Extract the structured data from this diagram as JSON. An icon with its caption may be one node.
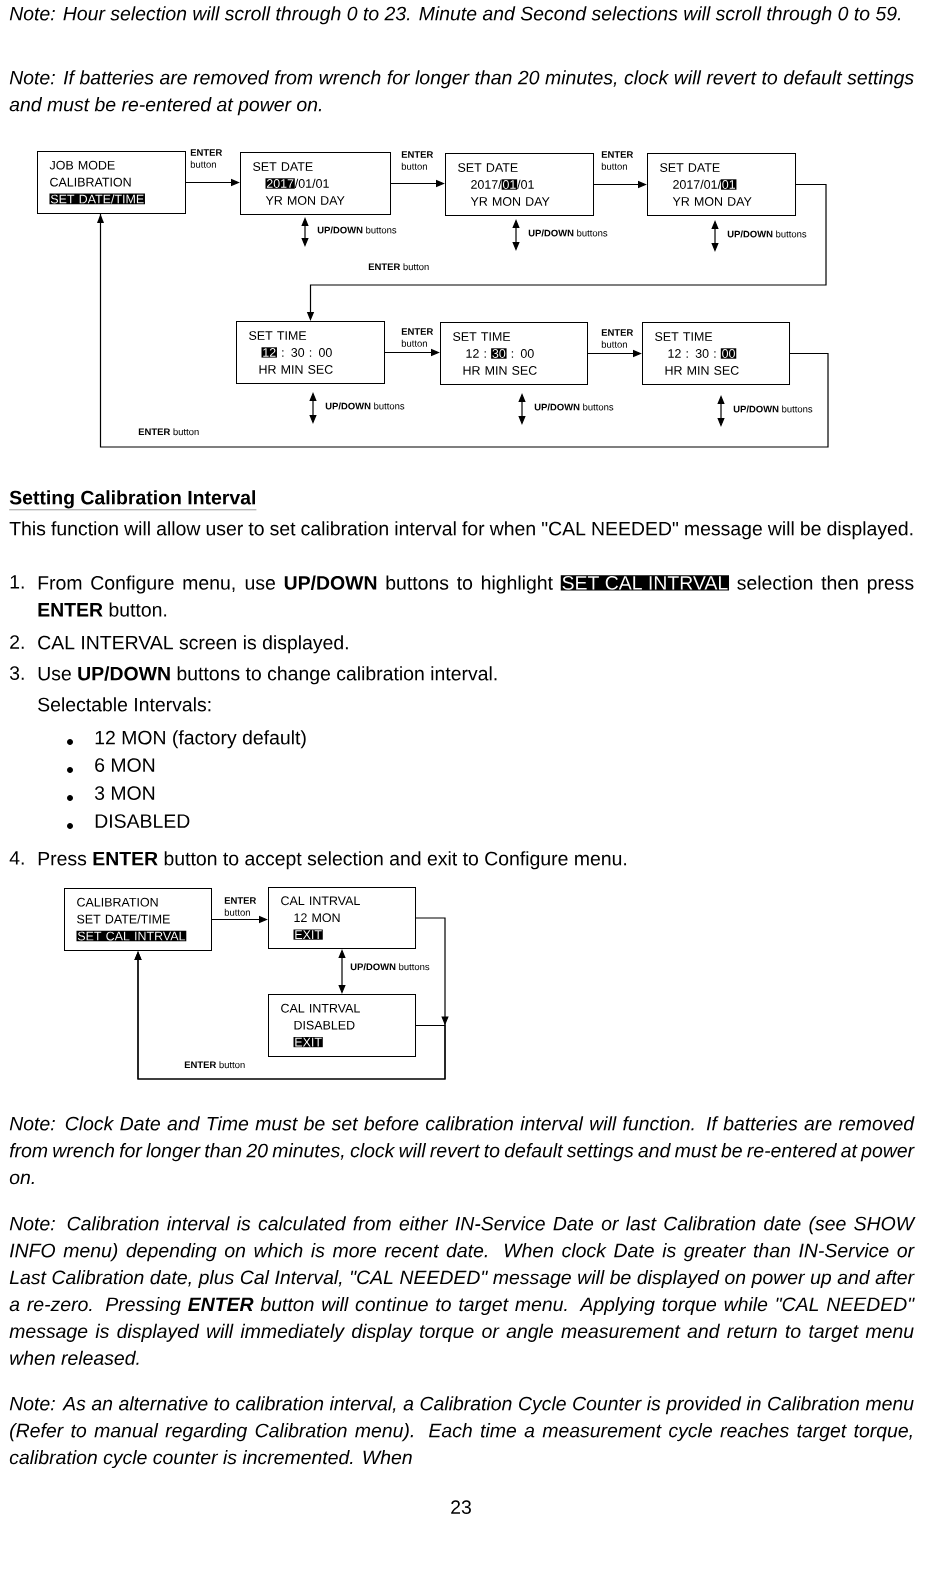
{
  "diagram": {
    "nodes": [
      {
        "text": [
          "JOB MODE",
          "CALIBRATION",
          "SET DATE/TIME"
        ]
      },
      {
        "text": [
          "SET DATE",
          "2017",
          "/01/01",
          "YR MON DAY"
        ]
      },
      {
        "text": [
          "SET DATE",
          "2017/",
          "01",
          "/01",
          "YR MON DAY"
        ]
      },
      {
        "text": [
          "SET DATE",
          "2017/01/",
          "01",
          "YR MON DAY"
        ]
      },
      {
        "text": [
          "SET TIME",
          "12",
          ": 30 : 00",
          "HR MIN SEC"
        ]
      },
      {
        "text": [
          "SET TIME",
          "12 :",
          "30",
          ": 00",
          "HR MIN SEC"
        ]
      },
      {
        "text": [
          "SET TIME",
          "12 : 30 :",
          "00",
          "HR MIN SEC"
        ]
      },
      {
        "text": [
          "CALIBRATION",
          "SET DATE/TIME",
          "SET CAL INTRVAL"
        ]
      },
      {
        "text": [
          "CAL INTRVAL",
          "12 MON",
          "EXIT"
        ]
      },
      {
        "text": [
          "CAL INTRVAL",
          "DISABLED",
          "EXIT"
        ]
      }
    ],
    "edges": [
      {
        "from": 0,
        "to": 1,
        "arrow": "to",
        "label": "**ENTER** button"
      },
      {
        "from": 1,
        "to": 2,
        "arrow": "to",
        "label": "**ENTER** button"
      },
      {
        "from": 2,
        "to": 3,
        "arrow": "to",
        "label": "**ENTER** button"
      },
      {
        "from": 3,
        "to": 4,
        "arrow": "to",
        "label": "**ENTER** button"
      },
      {
        "from": 4,
        "to": 5,
        "arrow": "to",
        "label": "**ENTER** button"
      },
      {
        "from": 5,
        "to": 6,
        "arrow": "to",
        "label": "**ENTER** button"
      },
      {
        "from": 6,
        "to": 0,
        "arrow": "to",
        "label": "**ENTER** button"
      },
      {
        "from": 7,
        "to": 8,
        "arrow": "to",
        "label": "**ENTER** button"
      },
      {
        "from": 8,
        "to": 9,
        "arrow": "both",
        "label": "**UP/DOWN** buttons"
      },
      {
        "from": 8,
        "to": 7,
        "arrow": "to",
        "label": "**ENTER** button"
      },
      {
        "from": 9,
        "to": 7,
        "arrow": "to"
      }
    ],
    "labels": [
      "Note: Hour selection will scroll through 0 to 23. Minute and Second selections will scroll through 0 to 59.",
      "Note: If batteries are removed from wrench for longer than 20 minutes, clock will revert to default settings and must be re-entered at power on.",
      "**UP/DOWN** buttons",
      "**UP/DOWN** buttons",
      "**UP/DOWN** buttons",
      "**UP/DOWN** buttons",
      "**UP/DOWN** buttons",
      "**UP/DOWN** buttons",
      "Setting Calibration Interval",
      "This function will allow user to set calibration interval for when \"CAL NEEDED\" message will be displayed.",
      "1.",
      "From Configure menu, use **UP/DOWN** buttons to highlight",
      "SET CAL INTRVAL",
      "selection then press **ENTER** button.",
      "2.",
      "CAL INTERVAL screen is displayed.",
      "3.",
      "Use **UP/DOWN** buttons to change calibration interval.",
      "Selectable Intervals:",
      "12 MON (factory default)",
      "6 MON",
      "3 MON",
      "DISABLED",
      "4.",
      "Press **ENTER** button to accept selection and exit to Configure menu.",
      "Note: Clock Date and Time must be set before calibration interval will function. If batteries are removed from wrench for longer than 20 minutes, clock will revert to default settings and must be re-entered at power on.",
      "Note: Calibration interval is calculated from either IN-Service Date or last Calibration date (see SHOW INFO menu) depending on which is more recent date. When clock Date is greater than IN-Service or Last Calibration date, plus Cal Interval, \"CAL NEEDED\" message will be displayed on power up and after a re-zero. Pressing **ENTER** button will continue to target menu. Applying torque while \"CAL NEEDED\" message is displayed will immediately display torque or angle measurement and return to target menu when released.",
      "Note: As an alternative to calibration interval, a Calibration Cycle Counter is provided in Calibration menu (Refer to manual regarding Calibration menu). Each time a measurement cycle reaches target torque, calibration cycle counter is incremented. When",
      "23"
    ]
  }
}
